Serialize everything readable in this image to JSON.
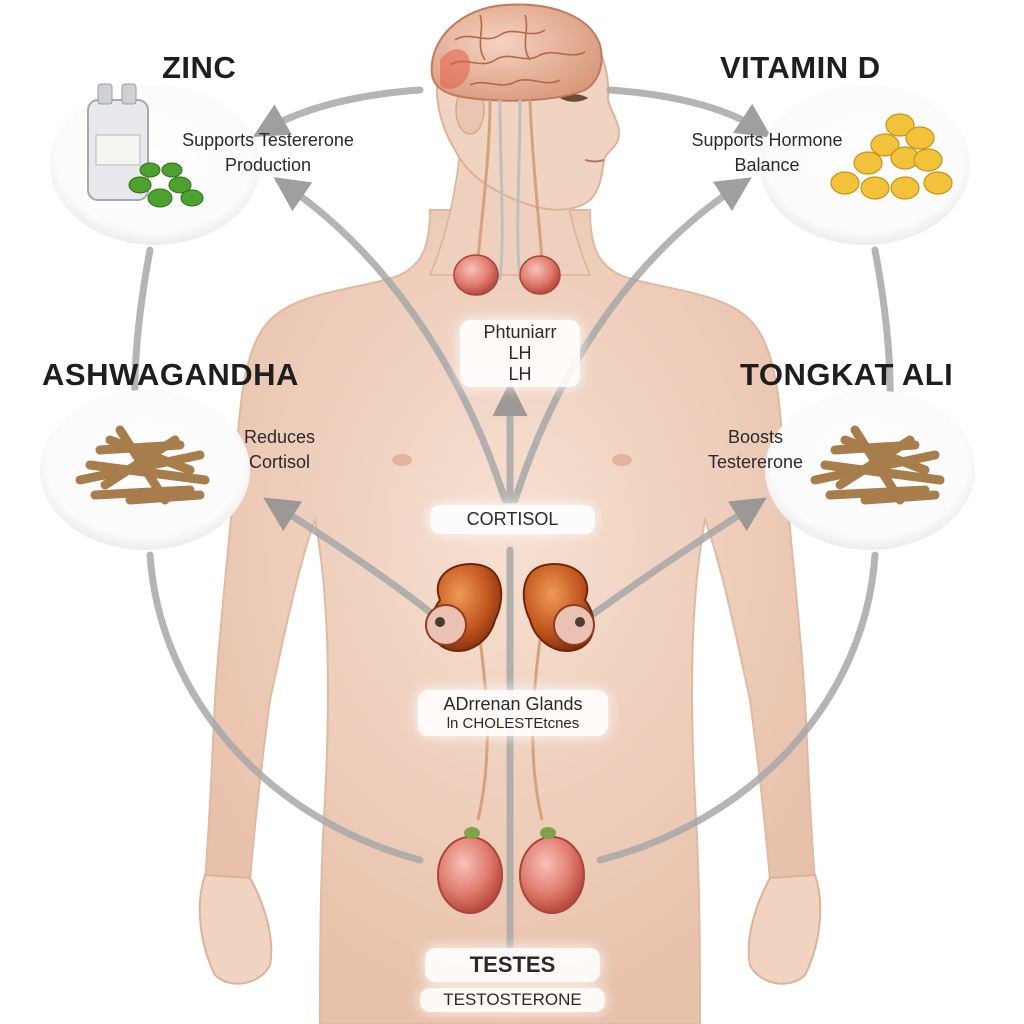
{
  "supplements": {
    "zinc": {
      "title": "ZINC",
      "line1": "Supports Testererone",
      "line2": "Production"
    },
    "vitamin_d": {
      "title": "VITAMIN D",
      "line1": "Supports Hormone",
      "line2": "Balance"
    },
    "ashwagandha": {
      "title": "ASHWAGANDHA",
      "line1": "Reduces",
      "line2": "Cortisol"
    },
    "tongkat_ali": {
      "title": "TONGKAT ALI",
      "line1": "Boosts",
      "line2": "Testererone"
    }
  },
  "body_labels": {
    "pituitary": "Phtuniarr",
    "lh_1": "LH",
    "lh_2": "LH",
    "cortisol": "CORTISOL",
    "adrenal": "ADrrenan Glands",
    "cholesterol": "ln CHOLESTEtcnes",
    "testes": "TESTES",
    "testosterone": "TESTOSTERONE"
  },
  "colors": {
    "skin": "#f3d6c6",
    "skin_shadow": "#e4b8a2",
    "arrow": "#9a9a9a",
    "gland": "#d9746b",
    "adrenal": "#c2561f",
    "brain": "#e8b49c"
  }
}
